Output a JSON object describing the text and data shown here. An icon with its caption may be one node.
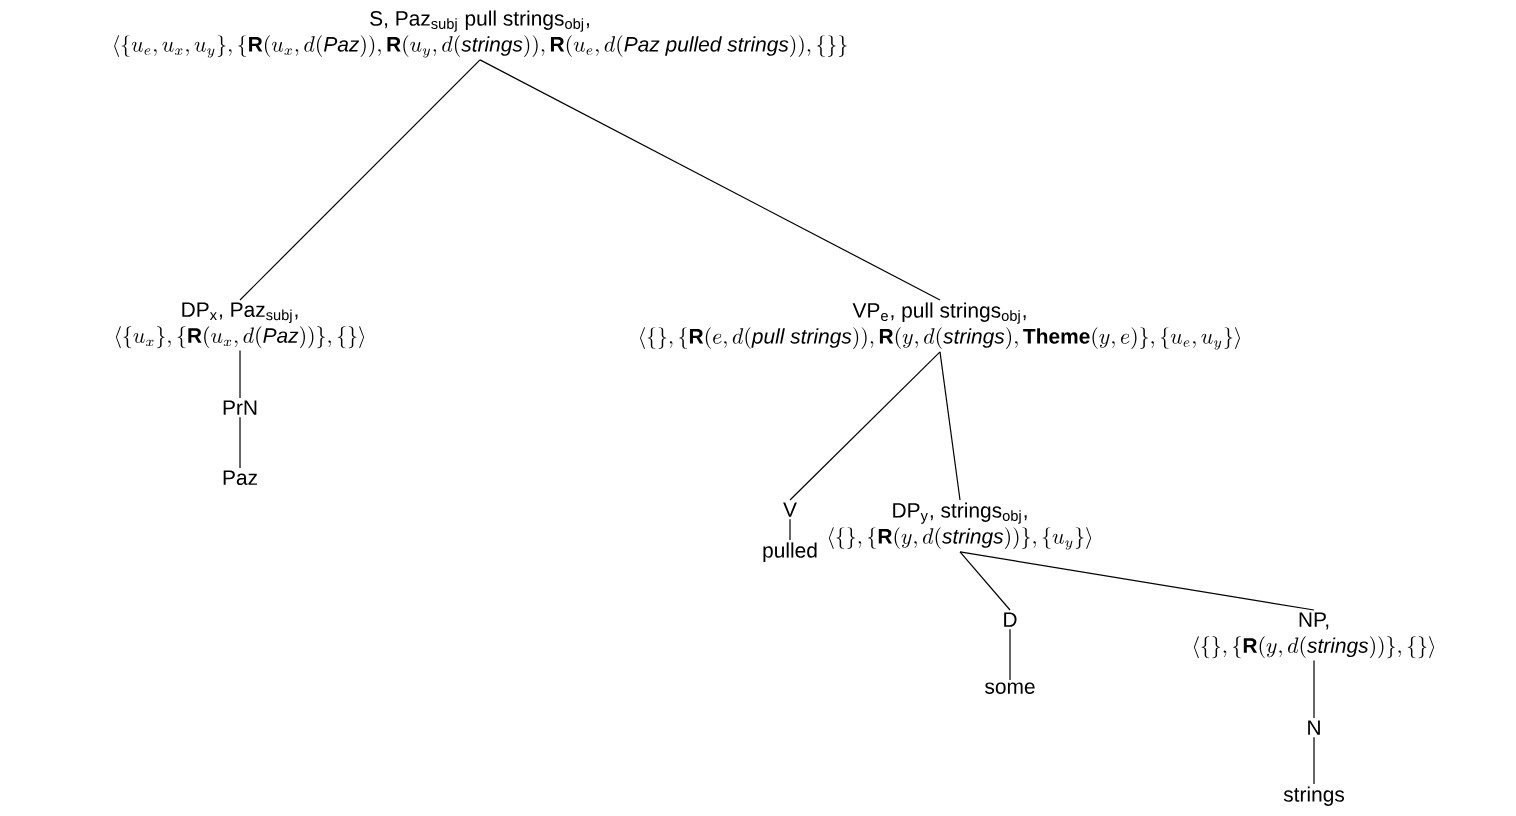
{
  "diagram": {
    "nodes": [
      {
        "text": [
          "S, Paz$_{subj}$ pull strings$_{obj}$,",
          "\\langle\\{u_e, u_x, u_y\\}, \\{\\mathbf{R}(u_x, d(\\mathit{Paz})), \\mathbf{R}(u_y, d(\\mathit{strings})), \\mathbf{R}(u_e, d(\\mathit{Paz\\ pulled\\ strings})), \\{\\}\\}"
        ]
      },
      {
        "text": [
          "DP$_{x}$, Paz$_{subj}$,",
          "\\langle\\{u_x\\}, \\{\\mathbf{R}(u_x, d(\\mathit{Paz}))\\}, \\{\\}\\rangle"
        ]
      },
      {
        "text": [
          "PrN"
        ]
      },
      {
        "text": [
          "Paz"
        ]
      },
      {
        "text": [
          "VP$_{e}$, pull strings$_{obj}$,",
          "\\langle\\{\\}, \\{\\mathbf{R}(e, d(\\mathit{pull\\ strings})), \\mathbf{R}(y, d(\\mathit{strings}), \\mathbf{Theme}(y, e)\\}, \\{u_e, u_y\\}\\rangle"
        ]
      },
      {
        "text": [
          "V"
        ]
      },
      {
        "text": [
          "pulled"
        ]
      },
      {
        "text": [
          "DP$_{y}$, strings$_{obj}$,",
          "\\langle\\{\\}, \\{\\mathbf{R}(y, d(\\mathit{strings}))\\}, \\{u_y\\}\\rangle"
        ]
      },
      {
        "text": [
          "D"
        ]
      },
      {
        "text": [
          "some"
        ]
      },
      {
        "text": [
          "NP,",
          "\\langle\\{\\}, \\{\\mathbf{R}(y, d(\\mathit{strings}))\\}, \\{\\}\\rangle"
        ]
      },
      {
        "text": [
          "N"
        ]
      },
      {
        "text": [
          "strings"
        ]
      }
    ],
    "edges": [
      {
        "from": 0,
        "to": 1,
        "arrow": "none"
      },
      {
        "from": 0,
        "to": 4,
        "arrow": "none"
      },
      {
        "from": 1,
        "to": 2,
        "arrow": "none"
      },
      {
        "from": 2,
        "to": 3,
        "arrow": "none"
      },
      {
        "from": 4,
        "to": 5,
        "arrow": "none"
      },
      {
        "from": 4,
        "to": 7,
        "arrow": "none"
      },
      {
        "from": 5,
        "to": 6,
        "arrow": "none"
      },
      {
        "from": 7,
        "to": 8,
        "arrow": "none"
      },
      {
        "from": 7,
        "to": 10,
        "arrow": "none"
      },
      {
        "from": 8,
        "to": 9,
        "arrow": "none"
      },
      {
        "from": 10,
        "to": 11,
        "arrow": "none"
      },
      {
        "from": 11,
        "to": 12,
        "arrow": "none"
      }
    ]
  }
}
